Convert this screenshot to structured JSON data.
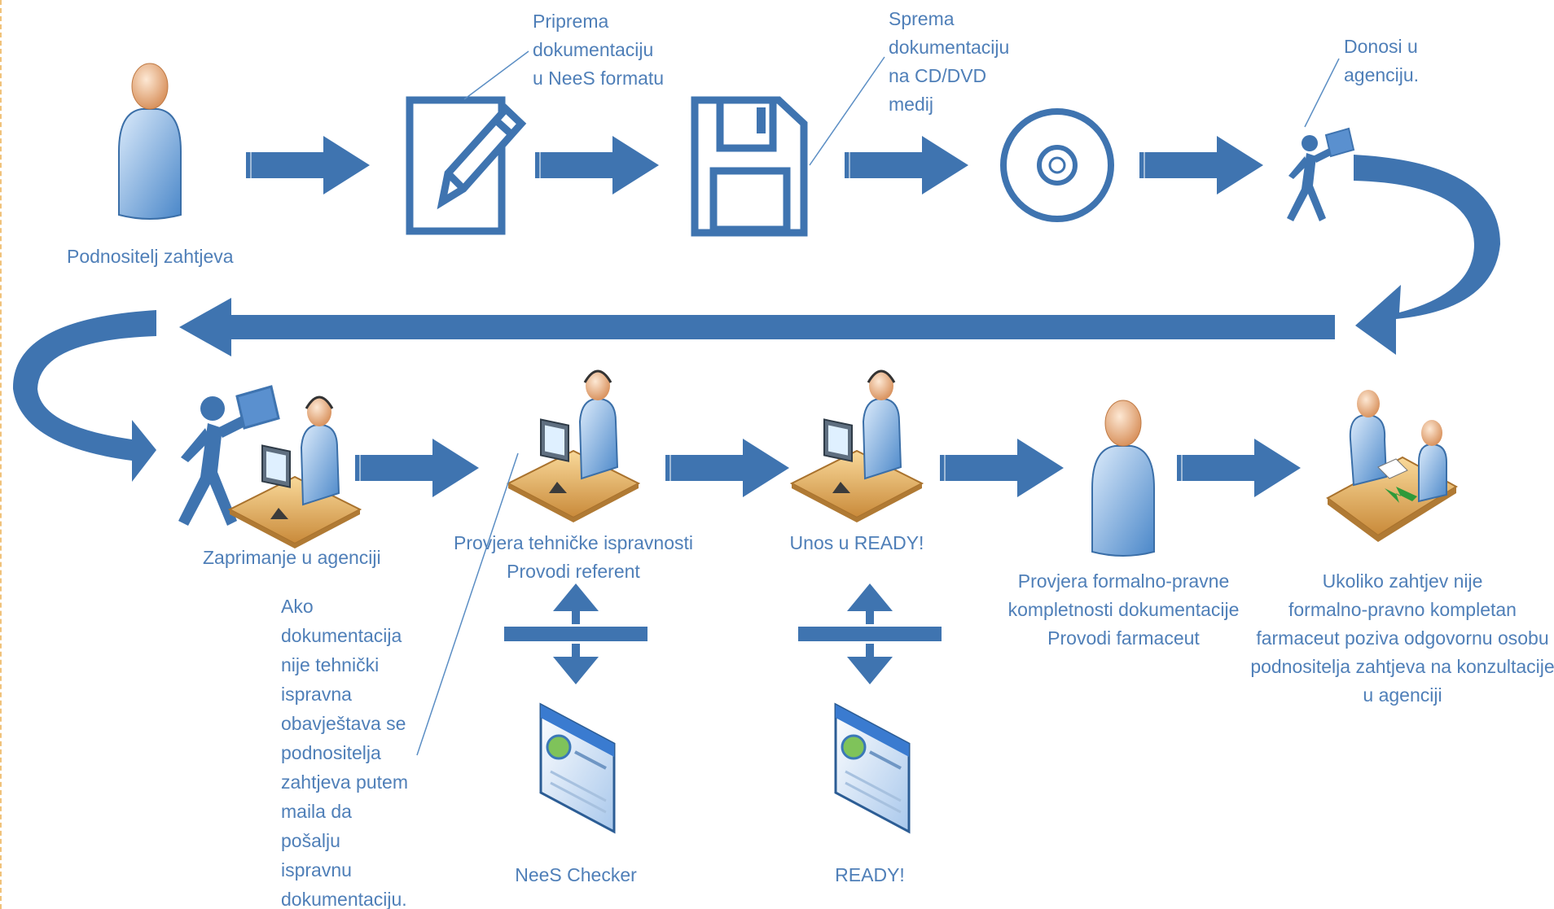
{
  "colors": {
    "primary": "#3f74b0",
    "line": "#5b8ec4",
    "text": "#4f7fb8"
  },
  "top_row": {
    "applicant_label": "Podnositelj zahtjeva",
    "prepare_note": [
      "Priprema",
      "dokumentaciju",
      "u NeeS formatu"
    ],
    "save_note": [
      "Sprema",
      "dokumentaciju",
      "na CD/DVD",
      "medij"
    ],
    "deliver_note": [
      "Donosi u",
      "agenciju."
    ]
  },
  "bottom_row": {
    "receipt_label": "Zaprimanje u agenciji",
    "tech_check_label": [
      "Provjera tehničke ispravnosti",
      "Provodi referent"
    ],
    "ready_entry_label": "Unos u READY!",
    "formal_check_label": [
      "Provjera formalno-pravne",
      "kompletnosti dokumentacije",
      "Provodi farmaceut"
    ],
    "consult_label": [
      "Ukoliko zahtjev nije",
      "formalno-pravno kompletan",
      "farmaceut poziva odgovornu osobu",
      "podnositelja zahtjeva na konzultacije",
      "u agenciji"
    ],
    "invalid_note": [
      "Ako",
      "dokumentacija",
      "nije tehnički",
      "ispravna",
      "obavještava se",
      "podnositelja",
      "zahtjeva putem",
      "maila da",
      "pošalju",
      "ispravnu",
      "dokumentaciju."
    ]
  },
  "tools": {
    "nees_checker": "NeeS Checker",
    "ready": "READY!"
  },
  "icons": [
    "person-icon",
    "edit-document-icon",
    "floppy-disk-icon",
    "cd-icon",
    "courier-icon",
    "courier-with-desk-icon",
    "operator-desk-icon",
    "person-icon",
    "meeting-icon",
    "web-window-icon",
    "exchange-icon"
  ]
}
